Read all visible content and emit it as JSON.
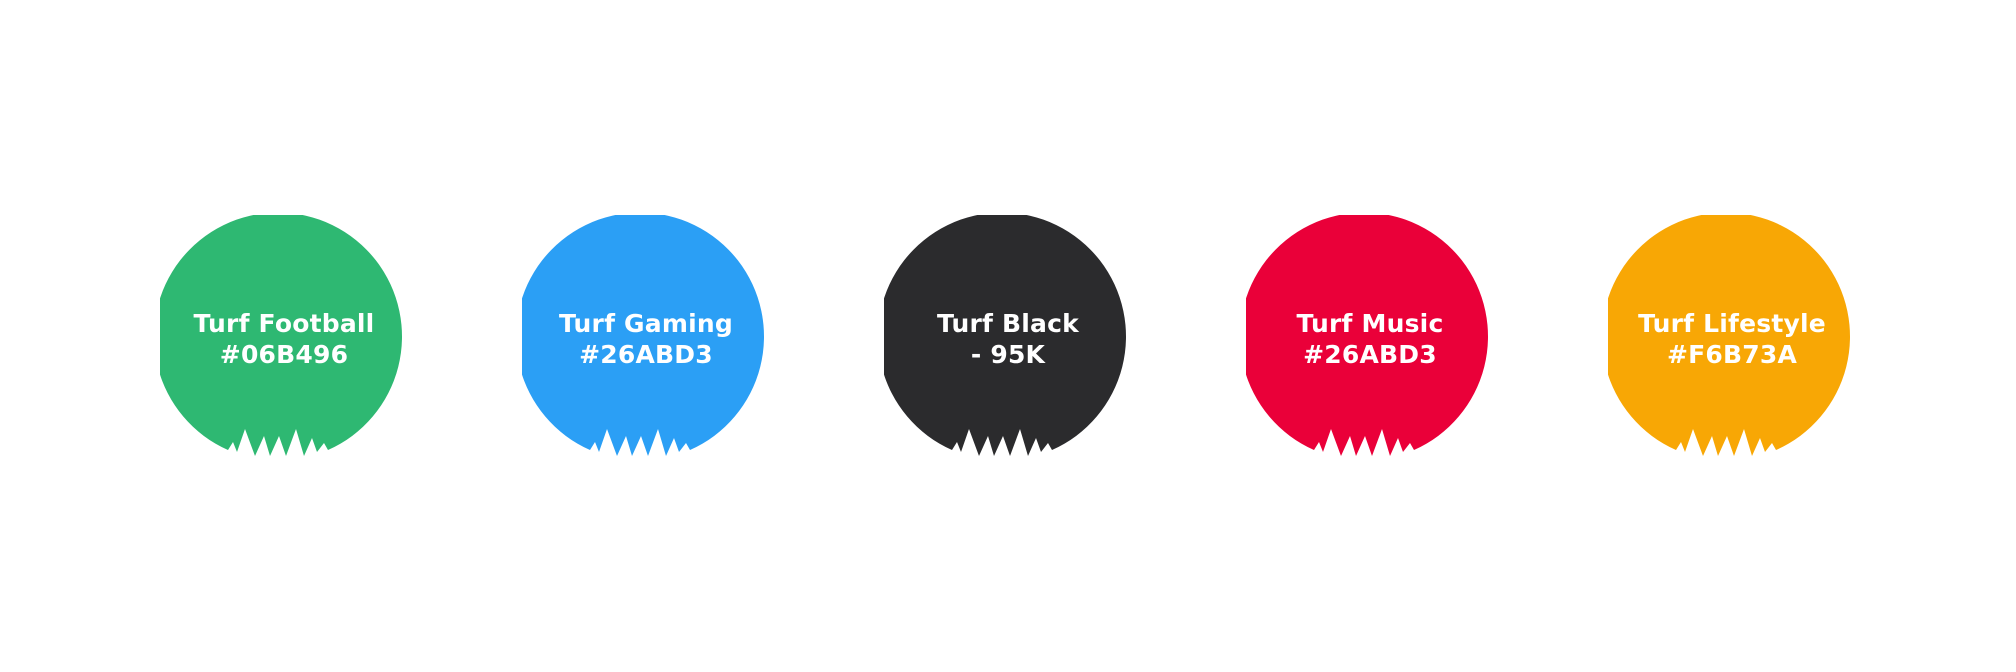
{
  "swatches": [
    {
      "name": "Turf Football",
      "code": "#06B496",
      "color": "#2EB872"
    },
    {
      "name": "Turf Gaming",
      "code": "#26ABD3",
      "color": "#2B9FF5"
    },
    {
      "name": "Turf Black",
      "code": "- 95K",
      "color": "#2B2B2D"
    },
    {
      "name": "Turf Music",
      "code": "#26ABD3",
      "color": "#EA0039"
    },
    {
      "name": "Turf Lifestyle",
      "code": "#F6B73A",
      "color": "#F8A705"
    }
  ]
}
